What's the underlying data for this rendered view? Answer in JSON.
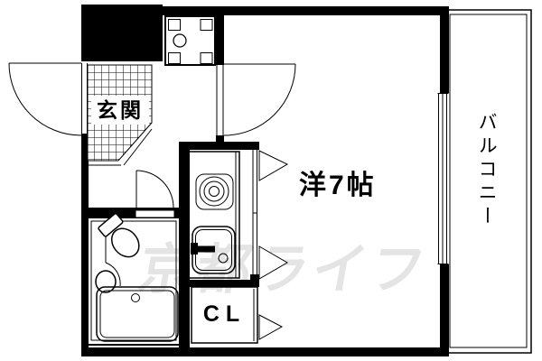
{
  "title": "apartment-floor-plan",
  "labels": {
    "genkan": "玄関",
    "room": "洋7帖",
    "balcony": "バルコニー",
    "closet": "CL"
  },
  "watermark": {
    "text": "京都ライフ",
    "color": "#e4e4e4"
  },
  "colors": {
    "ink": "#000000",
    "background": "#ffffff"
  },
  "fixtures": [
    "washing-machine-pan",
    "stove-burner",
    "kitchen-sink",
    "toilet",
    "washbasin",
    "bathtub"
  ],
  "doors": [
    "entrance-door",
    "room-door",
    "bathroom-door",
    "opening-arrows",
    "sliding-window"
  ]
}
